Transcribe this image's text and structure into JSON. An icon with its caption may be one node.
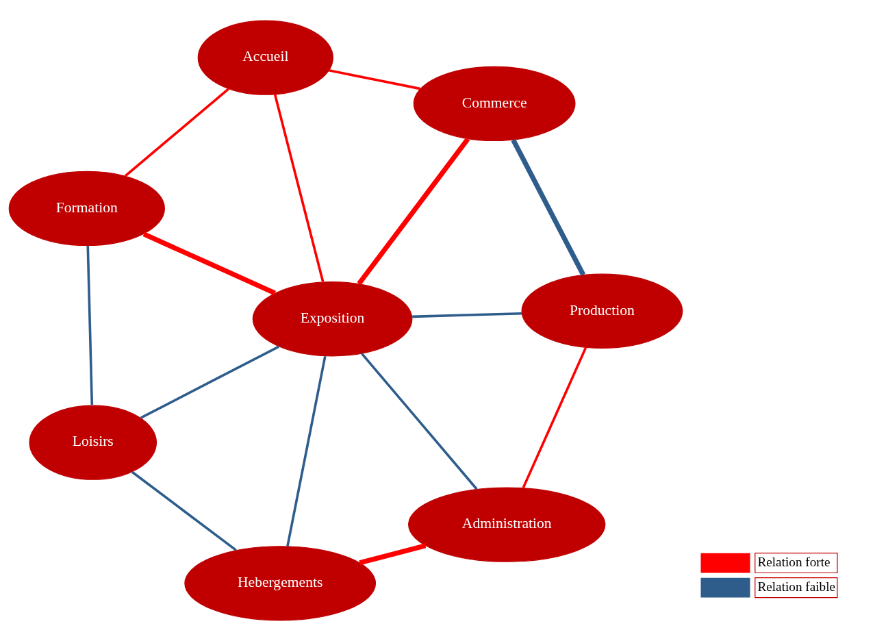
{
  "diagram": {
    "nodes": [
      {
        "text": [
          "Formation"
        ]
      },
      {
        "text": [
          "Accueil"
        ]
      },
      {
        "text": [
          "Loisirs"
        ]
      },
      {
        "text": [
          "Commerce"
        ]
      },
      {
        "text": [
          "Exposition"
        ]
      },
      {
        "text": [
          "Hebergements"
        ]
      },
      {
        "text": [
          "Production"
        ]
      },
      {
        "text": [
          "Administration"
        ]
      }
    ],
    "edges": [
      {
        "from": 1,
        "to": 0,
        "arrow": "none",
        "color": "#ff0000"
      },
      {
        "from": 0,
        "to": 2,
        "arrow": "none",
        "color": "#2e5d8c"
      },
      {
        "from": 1,
        "to": 4,
        "arrow": "none",
        "color": "#ff0000"
      },
      {
        "from": 0,
        "to": 4,
        "arrow": "none",
        "color": "#ff0000",
        "style": "thick"
      },
      {
        "from": 1,
        "to": 3,
        "arrow": "none",
        "color": "#ff0000"
      },
      {
        "from": 2,
        "to": 4,
        "arrow": "none",
        "color": "#2e5d8c"
      },
      {
        "from": 2,
        "to": 5,
        "arrow": "none",
        "color": "#2e5d8c"
      },
      {
        "from": 3,
        "to": 4,
        "arrow": "none",
        "color": "#ff0000",
        "style": "thick"
      },
      {
        "from": 4,
        "to": 5,
        "arrow": "none",
        "color": "#2e5d8c"
      },
      {
        "from": 3,
        "to": 6,
        "arrow": "none",
        "color": "#2e5d8c",
        "style": "thick"
      },
      {
        "from": 4,
        "to": 6,
        "arrow": "none",
        "color": "#2e5d8c"
      },
      {
        "from": 4,
        "to": 7,
        "arrow": "none",
        "color": "#2e5d8c"
      },
      {
        "from": 6,
        "to": 7,
        "arrow": "none",
        "color": "#ff0000"
      },
      {
        "from": 5,
        "to": 7,
        "arrow": "none",
        "color": "#ff0000",
        "style": "thick"
      }
    ],
    "legend": [
      {
        "text": "Relation forte"
      },
      {
        "text": "Relation faible"
      }
    ]
  }
}
